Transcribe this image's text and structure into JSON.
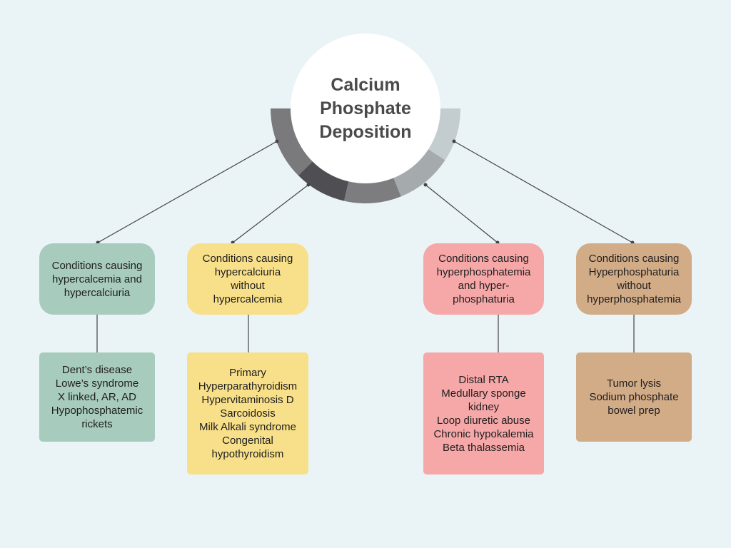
{
  "diagram": {
    "title": "Calcium\nPhosphate\nDeposition",
    "colors": {
      "background": "#eaf4f6",
      "green": "#a7cbbc",
      "yellow": "#f8df89",
      "pink": "#f6a7a8",
      "tan": "#d2ab87",
      "ring_segments": [
        "#7a7a7d",
        "#4f4f53",
        "#7d7d80",
        "#a5aaad",
        "#c3ccce"
      ]
    },
    "branches": [
      {
        "heading": "Conditions causing\nhypercalcemia and\nhypercalciuria",
        "items": "Dent’s disease\nLowe’s syndrome\nX linked, AR, AD\nHypophosphatemic\nrickets"
      },
      {
        "heading": "Conditions causing\nhypercalciuria\nwithout\nhypercalcemia",
        "items": "Primary\nHyperparathyroidism\nHypervitaminosis D\nSarcoidosis\nMilk Alkali syndrome\nCongenital\nhypothyroidism"
      },
      {
        "heading": "Conditions causing\nhyperphosphatemia\nand hyper-\nphosphaturia",
        "items": "Distal RTA\nMedullary sponge\nkidney\nLoop diuretic abuse\nChronic hypokalemia\nBeta thalassemia"
      },
      {
        "heading": "Conditions causing\nHyperphosphaturia\nwithout\nhyperphosphatemia",
        "items": "Tumor lysis\nSodium phosphate\nbowel prep"
      }
    ]
  }
}
